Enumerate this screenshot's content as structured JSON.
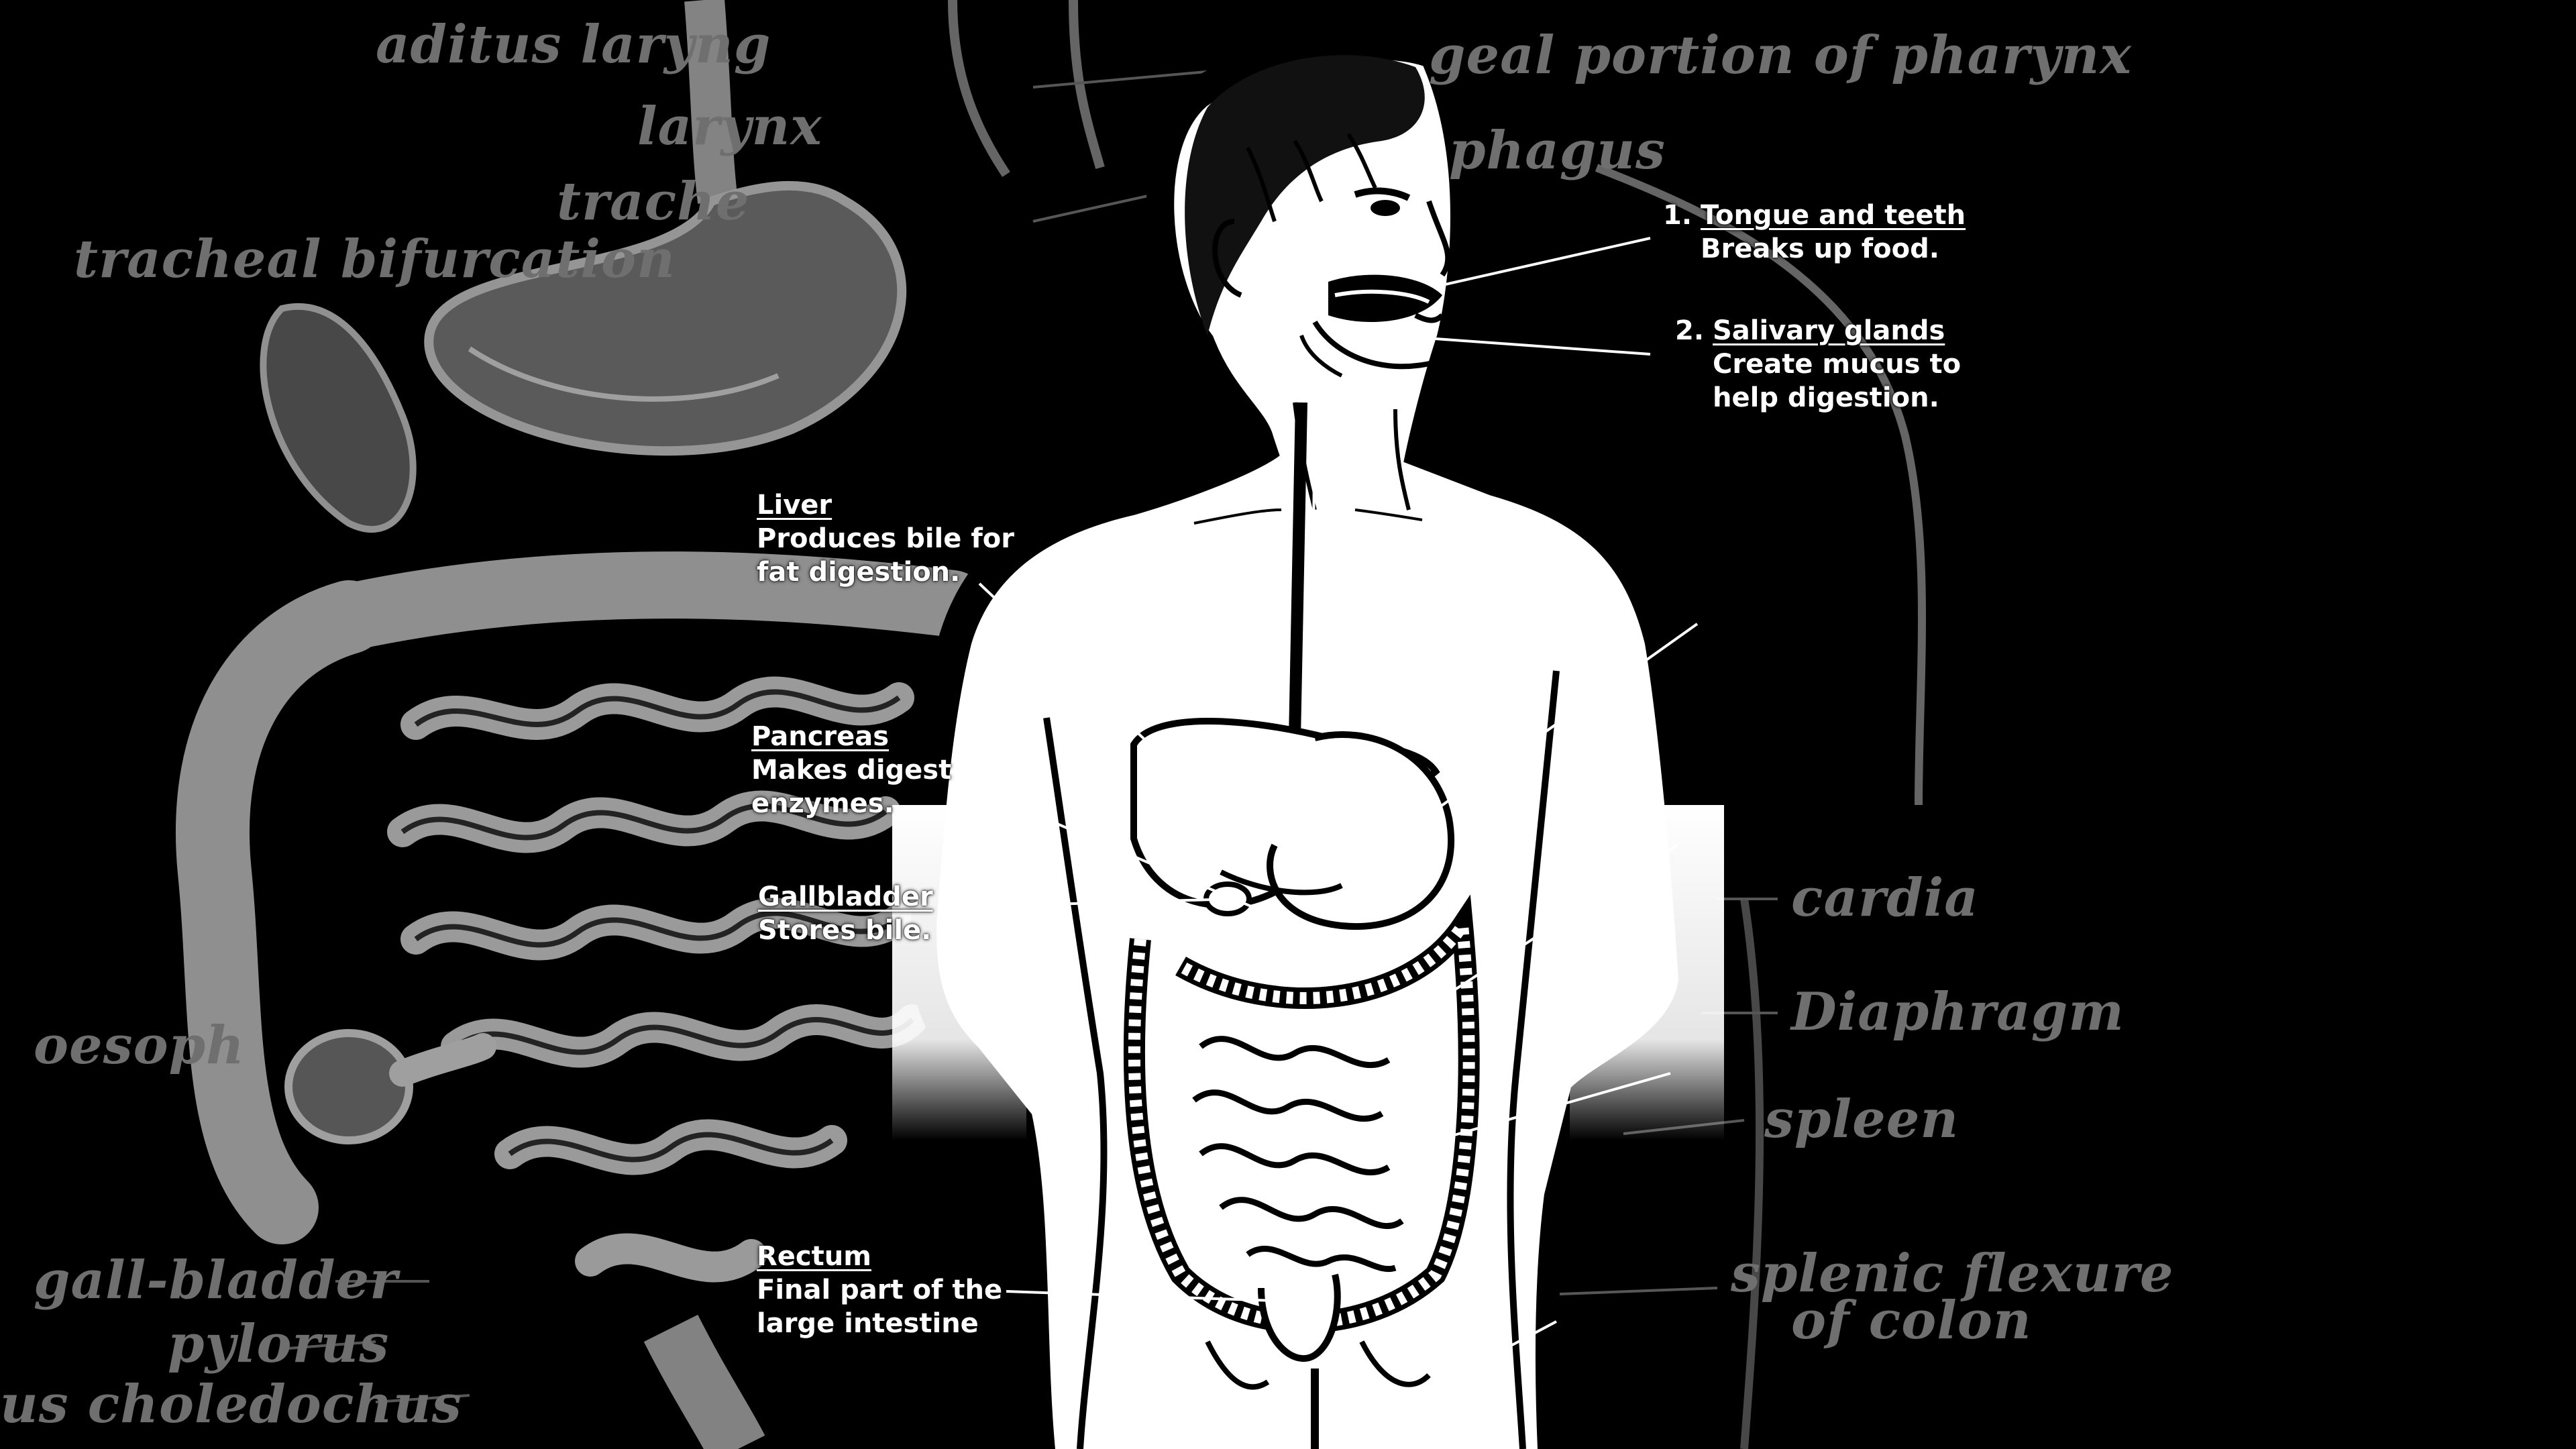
{
  "background_labels": {
    "aditus": "aditus laryng",
    "larynx": "larynx",
    "trachea": "trache",
    "tracheal_bifurcation": "tracheal bifurcation",
    "pharynx": "geal portion of pharynx",
    "esophagus": "phagus",
    "oesophagus": "oesoph",
    "gall_bladder": "gall-bladder",
    "pylorus": "pylorus",
    "choledochus": "us choledochus",
    "cardia": "cardia",
    "diaphragm": "Diaphragm",
    "spleen": "spleen",
    "splenic_flexure_1": "splenic flexure",
    "splenic_flexure_2": "of colon"
  },
  "organs": {
    "tongue": {
      "number": "1.",
      "name": "Tongue and teeth",
      "desc": [
        "Breaks up food."
      ]
    },
    "salivary": {
      "number": "2.",
      "name": "Salivary glands",
      "desc": [
        "Create mucus to",
        "help digestion."
      ]
    },
    "liver": {
      "name": "Liver",
      "desc": [
        "Produces bile for",
        "fat digestion."
      ]
    },
    "pancreas": {
      "name": "Pancreas",
      "desc": [
        "Makes digest",
        "enzymes."
      ]
    },
    "gallbladder": {
      "name": "Gallbladder",
      "desc": [
        "Stores bile."
      ]
    },
    "rectum": {
      "name": "Rectum",
      "desc": [
        "Final part of the",
        "large intestine"
      ]
    }
  },
  "colors": {
    "background": "#000000",
    "background_drawing": "#9a9a9a",
    "figure": "#ffffff",
    "ink": "#000000",
    "labels": "#ffffff"
  }
}
